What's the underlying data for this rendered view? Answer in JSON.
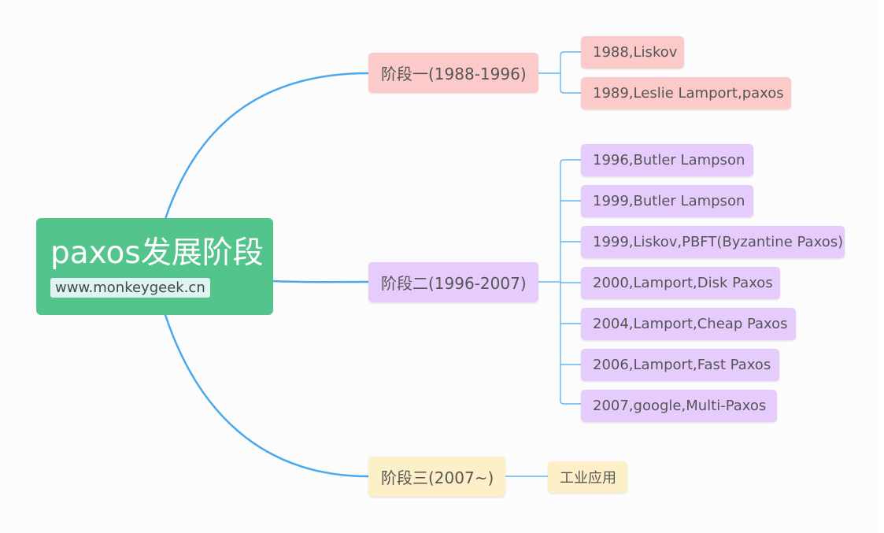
{
  "colors": {
    "root": "#52c48c",
    "connector": "#4aa8ee",
    "stage1": "#fdcaca",
    "stage2": "#e6ccfc",
    "stage3": "#fdf0c8"
  },
  "root": {
    "title": "paxos发展阶段",
    "url": "www.monkeygeek.cn"
  },
  "stages": [
    {
      "label": "阶段一(1988-1996)",
      "items": [
        "1988,Liskov",
        "1989,Leslie Lamport,paxos"
      ]
    },
    {
      "label": "阶段二(1996-2007)",
      "items": [
        "1996,Butler Lampson",
        "1999,Butler Lampson",
        "1999,Liskov,PBFT(Byzantine Paxos)",
        "2000,Lamport,Disk Paxos",
        "2004,Lamport,Cheap Paxos",
        "2006,Lamport,Fast Paxos",
        "2007,google,Multi-Paxos"
      ]
    },
    {
      "label": "阶段三(2007~)",
      "items": [
        "工业应用"
      ]
    }
  ]
}
